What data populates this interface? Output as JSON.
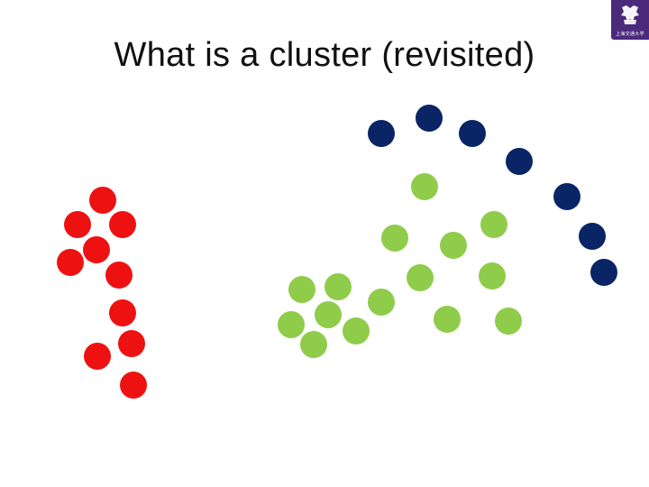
{
  "title": "What is a cluster (revisited)",
  "logo": {
    "icon": "university-crest-icon",
    "color": "#4b2a7b",
    "text": "上海交通大学"
  },
  "colors": {
    "red": "#ee1111",
    "green": "#8fcc4a",
    "navy": "#0a2565"
  },
  "clusters": [
    {
      "name": "red",
      "color": "#ee1111",
      "points": [
        [
          114,
          222
        ],
        [
          86,
          249
        ],
        [
          136,
          249
        ],
        [
          107,
          277
        ],
        [
          78,
          291
        ],
        [
          132,
          305
        ],
        [
          136,
          347
        ],
        [
          146,
          381
        ],
        [
          108,
          395
        ],
        [
          148,
          427
        ]
      ]
    },
    {
      "name": "green",
      "color": "#8fcc4a",
      "points": [
        [
          471,
          207
        ],
        [
          548,
          249
        ],
        [
          438,
          264
        ],
        [
          503,
          272
        ],
        [
          466,
          308
        ],
        [
          546,
          306
        ],
        [
          335,
          321
        ],
        [
          375,
          318
        ],
        [
          423,
          335
        ],
        [
          364,
          349
        ],
        [
          323,
          360
        ],
        [
          395,
          367
        ],
        [
          348,
          382
        ],
        [
          496,
          354
        ],
        [
          564,
          356
        ]
      ]
    },
    {
      "name": "navy",
      "color": "#0a2565",
      "points": [
        [
          423,
          148
        ],
        [
          476,
          131
        ],
        [
          524,
          148
        ],
        [
          576,
          179
        ],
        [
          629,
          218
        ],
        [
          657,
          262
        ],
        [
          670,
          302
        ]
      ]
    }
  ]
}
